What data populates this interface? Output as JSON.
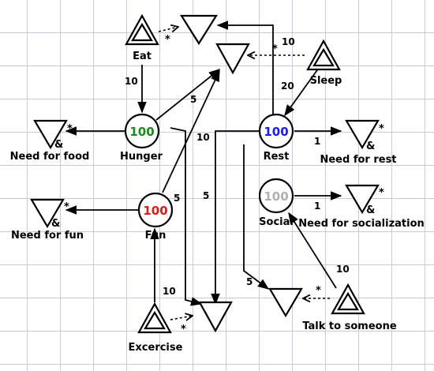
{
  "pools": {
    "hunger": {
      "value": "100",
      "label": "Hunger",
      "color": "#1a8a1a"
    },
    "rest": {
      "value": "100",
      "label": "Rest",
      "color": "#1a1aee"
    },
    "fun": {
      "value": "100",
      "label": "Fun",
      "color": "#e01818"
    },
    "social": {
      "value": "100",
      "label": "Social",
      "color": "#b0b0b0"
    }
  },
  "sources": {
    "eat": "Eat",
    "sleep": "Sleep",
    "exercise": "Excercise",
    "talk": "Talk to someone"
  },
  "drains": {
    "food": "Need for food",
    "rest": "Need for rest",
    "fun": "Need for fun",
    "social": "Need for socialization"
  },
  "edge_labels": {
    "eat_to_hunger": "10",
    "sleep_to_rest": "20",
    "rest_to_top": "10",
    "hunger_to_center": "5",
    "rest_to_bottom_a": "10",
    "hunger_to_bottom": "5",
    "rest_to_bottom_b": "5",
    "fun_to_center": "5",
    "rest_to_need": "1",
    "social_to_need": "1",
    "exercise_to_fun": "10",
    "talk_to_social": "10"
  },
  "markers": {
    "star": "*",
    "amp": "&"
  }
}
